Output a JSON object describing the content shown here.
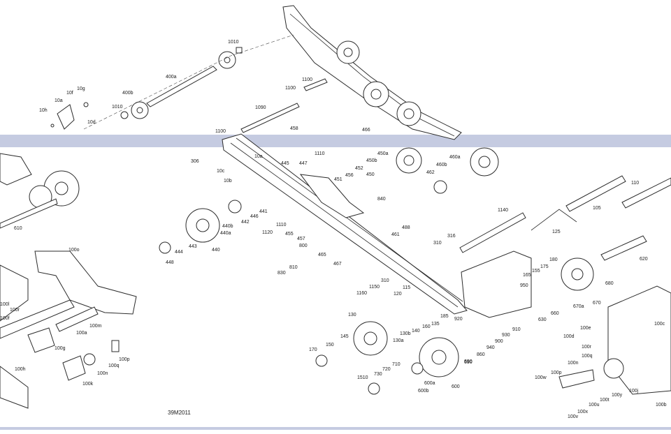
{
  "diagram": {
    "code": "39M2011",
    "callouts": [
      "1010",
      "400a",
      "400b",
      "1010",
      "10g",
      "10f",
      "10a",
      "10h",
      "10d",
      "1100",
      "1100",
      "1090",
      "1100",
      "458",
      "466",
      "450a",
      "450b",
      "460a",
      "460b",
      "306",
      "10c",
      "10b",
      "10a",
      "445",
      "447",
      "1110",
      "452",
      "450",
      "456",
      "451",
      "462",
      "840",
      "441",
      "440b",
      "440a",
      "446",
      "442",
      "1110",
      "1120",
      "455",
      "457",
      "800",
      "810",
      "830",
      "461",
      "488",
      "316",
      "310",
      "443",
      "440",
      "444",
      "448",
      "465",
      "467",
      "310",
      "1140",
      "105",
      "110",
      "125",
      "620",
      "180",
      "175",
      "155",
      "165",
      "950",
      "680",
      "670a",
      "670",
      "660",
      "690",
      "630",
      "1160",
      "1150",
      "115",
      "120",
      "185",
      "130",
      "135",
      "140",
      "160",
      "920",
      "910",
      "930",
      "900",
      "940",
      "860",
      "145",
      "130a",
      "130b",
      "150",
      "170",
      "690",
      "600",
      "600a",
      "600b",
      "710",
      "720",
      "730",
      "1510",
      "100o",
      "100l",
      "100r",
      "100f",
      "100m",
      "100a",
      "100g",
      "100h",
      "100k",
      "100n",
      "100q",
      "100p",
      "100e",
      "100c",
      "100d",
      "100r",
      "100q",
      "100w",
      "100p",
      "100n",
      "100j",
      "100y",
      "100u",
      "100t",
      "100x",
      "100v",
      "100b",
      "610"
    ]
  }
}
